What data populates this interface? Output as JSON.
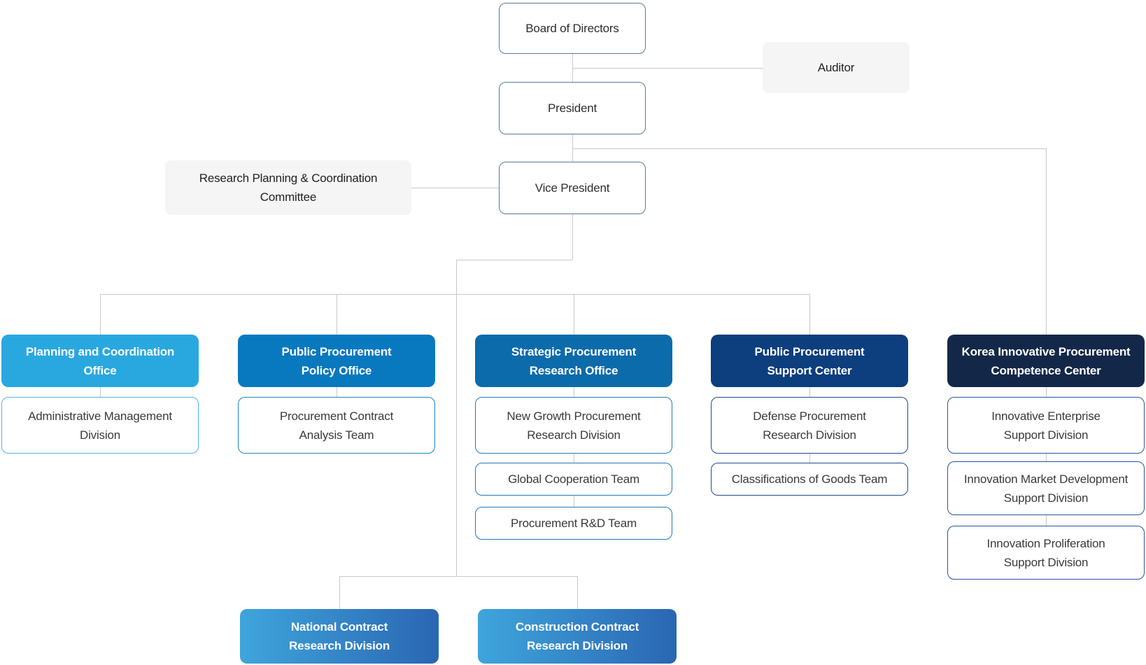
{
  "org": {
    "board": {
      "label": "Board of Directors"
    },
    "auditor": {
      "label": "Auditor"
    },
    "president": {
      "label": "President"
    },
    "committee": {
      "line1": "Research Planning & Coordination",
      "line2": "Committee"
    },
    "vice_president": {
      "label": "Vice President"
    },
    "offices": [
      {
        "name": {
          "line1": "Planning and Coordination",
          "line2": "Office"
        },
        "color": "#29A8E0",
        "divisions": [
          {
            "line1": "Administrative Management",
            "line2": "Division"
          }
        ]
      },
      {
        "name": {
          "line1": "Public Procurement",
          "line2": "Policy Office"
        },
        "color": "#0879BF",
        "divisions": [
          {
            "line1": "Procurement Contract",
            "line2": "Analysis Team"
          }
        ]
      },
      {
        "name": {
          "line1": "Strategic Procurement",
          "line2": "Research Office"
        },
        "color": "#0C6BAB",
        "divisions": [
          {
            "line1": "New Growth Procurement",
            "line2": "Research Division"
          },
          {
            "line1": "Global Cooperation Team",
            "line2": ""
          },
          {
            "line1": "Procurement R&D Team",
            "line2": ""
          }
        ]
      },
      {
        "name": {
          "line1": "Public Procurement",
          "line2": "Support Center"
        },
        "color": "#0D3E7D",
        "divisions": [
          {
            "line1": "Defense Procurement",
            "line2": "Research Division"
          },
          {
            "line1": "Classifications of Goods Team",
            "line2": ""
          }
        ]
      },
      {
        "name": {
          "line1": "Korea Innovative Procurement",
          "line2": "Competence Center"
        },
        "color": "#132849",
        "divisions": [
          {
            "line1": "Innovative Enterprise",
            "line2": "Support Division"
          },
          {
            "line1": "Innovation Market Development",
            "line2": "Support Division"
          },
          {
            "line1": "Innovation Proliferation",
            "line2": "Support Division"
          }
        ]
      }
    ],
    "bottom_divisions": [
      {
        "line1": "National Contract",
        "line2": "Research Division"
      },
      {
        "line1": "Construction Contract",
        "line2": "Research Division"
      }
    ]
  },
  "colors": {
    "connector_line": "#C9C9C9",
    "outline_border": "#5B7A9A",
    "gray_box_bg": "#F5F5F6",
    "office_1": "#29A8E0",
    "office_2": "#0879BF",
    "office_3": "#0C6BAB",
    "office_4": "#0D3E7D",
    "office_5": "#132849",
    "bottom_gradient_start": "#3FA5DC",
    "bottom_gradient_end": "#2A66B2",
    "text_dark": "#2E2E2E",
    "text_white": "#FFFFFF"
  }
}
